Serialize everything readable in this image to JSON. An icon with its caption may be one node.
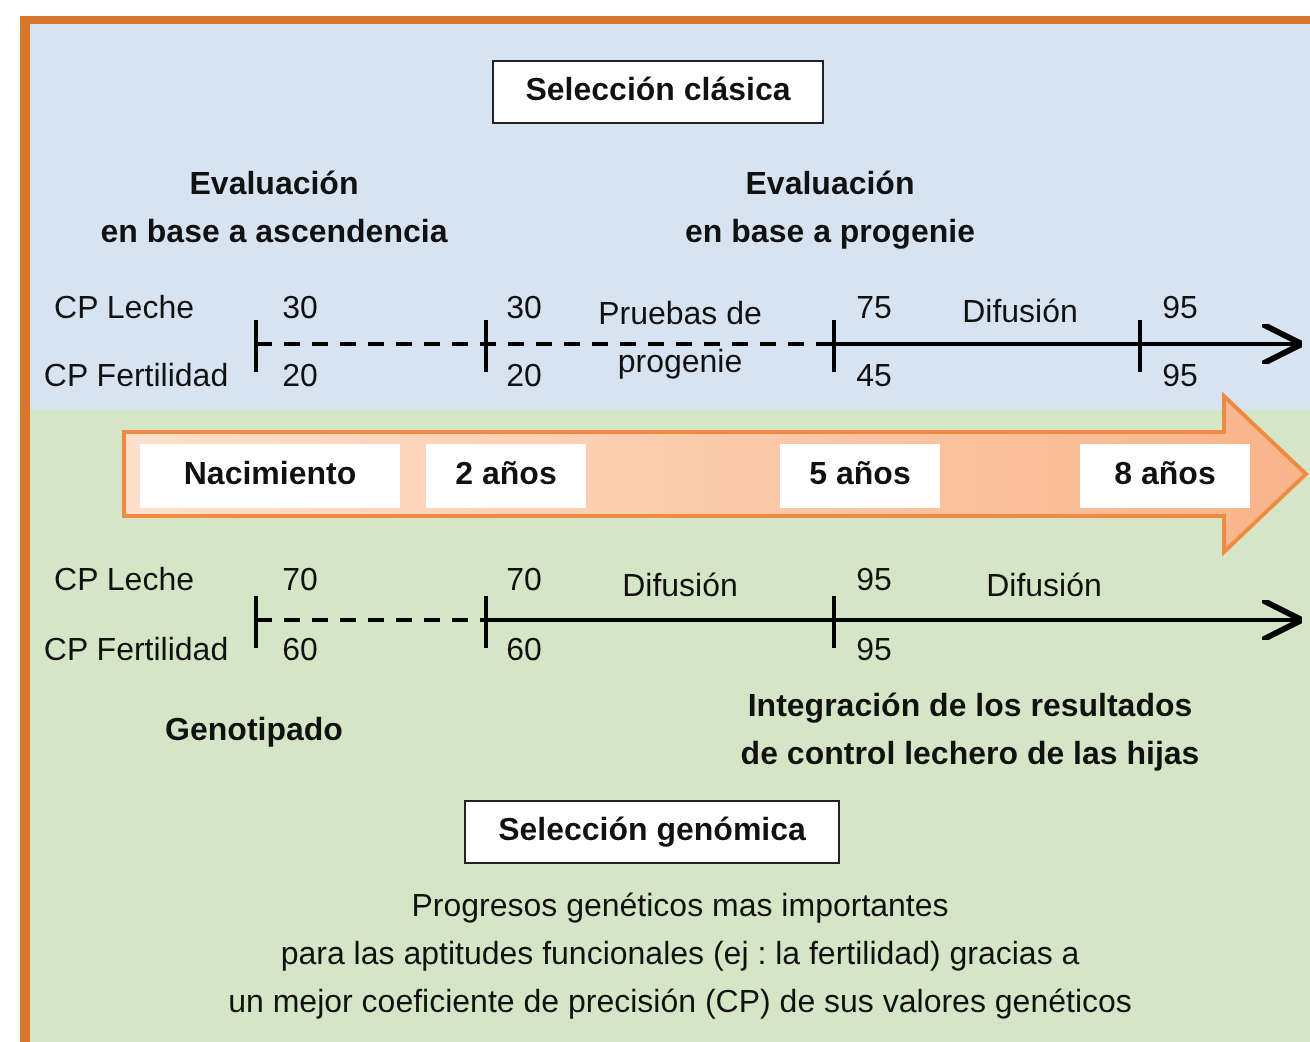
{
  "diagram": {
    "nodes": [
      {
        "text": [
          "Selección clásica"
        ]
      },
      {
        "text": [],
        "shape": "arrow"
      },
      {
        "text": [
          "Nacimiento"
        ],
        "in": 1
      },
      {
        "text": [
          "2 años"
        ],
        "in": 1
      },
      {
        "text": [
          "5 años"
        ],
        "in": 1
      },
      {
        "text": [
          "8 años"
        ],
        "in": 1
      },
      {
        "text": [
          "Selección genómica"
        ]
      }
    ],
    "edges": [],
    "labels": [
      "Evaluación en base a ascendencia",
      "Evaluación en base a progenie",
      "CP Leche",
      "30",
      "30",
      "Pruebas de progenie",
      "75",
      "Difusión",
      "95",
      "CP Fertilidad",
      "20",
      "20",
      "45",
      "95",
      "CP Leche",
      "70",
      "70",
      "Difusión",
      "95",
      "Difusión",
      "CP Fertilidad",
      "60",
      "60",
      "95",
      "Genotipado",
      "Integración de los resultados de control lechero de las hijas",
      "Progresos genéticos mas importantes para las aptitudes funcionales (ej : la fertilidad) gracias a un mejor coeficiente de precisión (CP) de sus valores genéticos"
    ]
  }
}
